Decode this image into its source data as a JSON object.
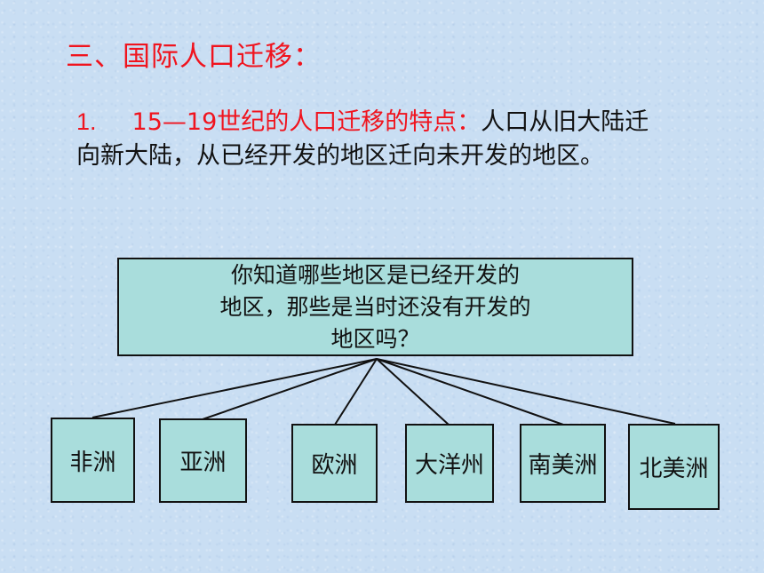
{
  "title": "三、国际人口迁移：",
  "point": {
    "number": "1.",
    "heading": "15—19世纪的人口迁移的特点：",
    "body": "人口从旧大陆迁向新大陆，从已经开发的地区迁向未开发的地区。"
  },
  "question": {
    "lines": [
      "你知道哪些地区是已经开发的",
      "地区，那些是当时还没有开发的",
      "地区吗？"
    ]
  },
  "continents": [
    {
      "label": "非洲"
    },
    {
      "label": "亚洲"
    },
    {
      "label": "欧洲"
    },
    {
      "label": "大洋州"
    },
    {
      "label": "南美洲"
    },
    {
      "label": "北美洲"
    }
  ]
}
